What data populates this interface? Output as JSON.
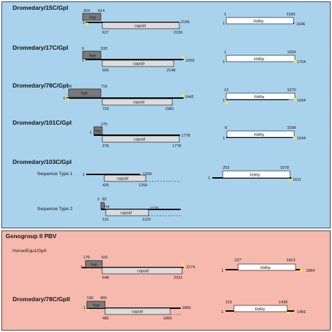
{
  "groups": [
    {
      "title": ""
    },
    {
      "title": "Genogroup II PBV"
    }
  ],
  "labels": {
    "hyp": "hyp",
    "capsid": "capsid",
    "rdrp": "RdRp",
    "one": "1"
  },
  "entries": [
    {
      "name": "Dromedary/15C/GpI",
      "hyp": {
        "start": "204",
        "end": "614"
      },
      "capsid": {
        "start": "627",
        "end": "2156"
      },
      "seg1_end": "2156",
      "rdrp": {
        "start": "1",
        "end": "1599"
      },
      "seg2_start": "1",
      "seg2_end": "1646"
    },
    {
      "name": "Dromedary/17C/GpI",
      "hyp": {
        "start": "6",
        "end": "533"
      },
      "capsid": {
        "start": "556",
        "end": "2148"
      },
      "seg1_end": "2209",
      "rdrp": {
        "start": "1",
        "end": "1659"
      },
      "seg2_start": "1",
      "seg2_end": "1704"
    },
    {
      "name": "Dromedary/78C/GpI",
      "hyp": {
        "start": "39",
        "end": "716"
      },
      "capsid": {
        "start": "723",
        "end": "2381"
      },
      "seg1_end": "2442",
      "rdrp": {
        "start": "12",
        "end": "1670"
      },
      "seg2_start": "1",
      "seg2_end": "1694"
    },
    {
      "name": "Dromedary/101C/GpI",
      "hyp": {
        "start": "1",
        "end": "270"
      },
      "capsid": {
        "start": "276",
        "end": "1778"
      },
      "seg1_end": "1778",
      "rdrp": {
        "start": "6",
        "end": "1598"
      },
      "seg2_start": "1",
      "seg2_end": "1644"
    },
    {
      "name": "Dromedary/103C/GpI",
      "rdrp": {
        "start": "253",
        "end": "1578"
      },
      "seg2_start": "1",
      "seg2_end": "1611",
      "types": [
        {
          "label": "Sequence Type 1",
          "seg1_start": "1",
          "seg1_end": "1259",
          "capsid": {
            "start": "429",
            "end": "1259"
          }
        },
        {
          "label": "Sequence Type 2",
          "hyp": {
            "start": "2",
            "end": "82"
          },
          "seg1_end": "1130",
          "capsid": {
            "start": "110",
            "end": "1129"
          }
        }
      ]
    },
    {
      "name": "Horse/Equ1/GpII",
      "hyp": {
        "start": "176",
        "end": "631"
      },
      "capsid": {
        "start": "648",
        "end": "2231"
      },
      "seg1_end": "2274",
      "rdrp": {
        "start": "227",
        "end": "1813"
      },
      "seg2_start": "1",
      "seg2_end": "1864"
    },
    {
      "name": "Dromedary/78C/GpII",
      "hyp": {
        "start": "190",
        "end": "450"
      },
      "capsid": {
        "start": "485",
        "end": "1866"
      },
      "seg1_end": "1866",
      "rdrp": {
        "start": "215",
        "end": "1438"
      },
      "seg2_start": "1",
      "seg2_end": "1466"
    }
  ],
  "colors": {
    "top_panel": "#a9d2ec",
    "bottom_panel": "#f6b9ad",
    "hyp_box": "#7a7a7a",
    "capsid_box": "#dcdcdc",
    "rdrp_box": "#ffffff",
    "marker": "#f5ea2a"
  }
}
